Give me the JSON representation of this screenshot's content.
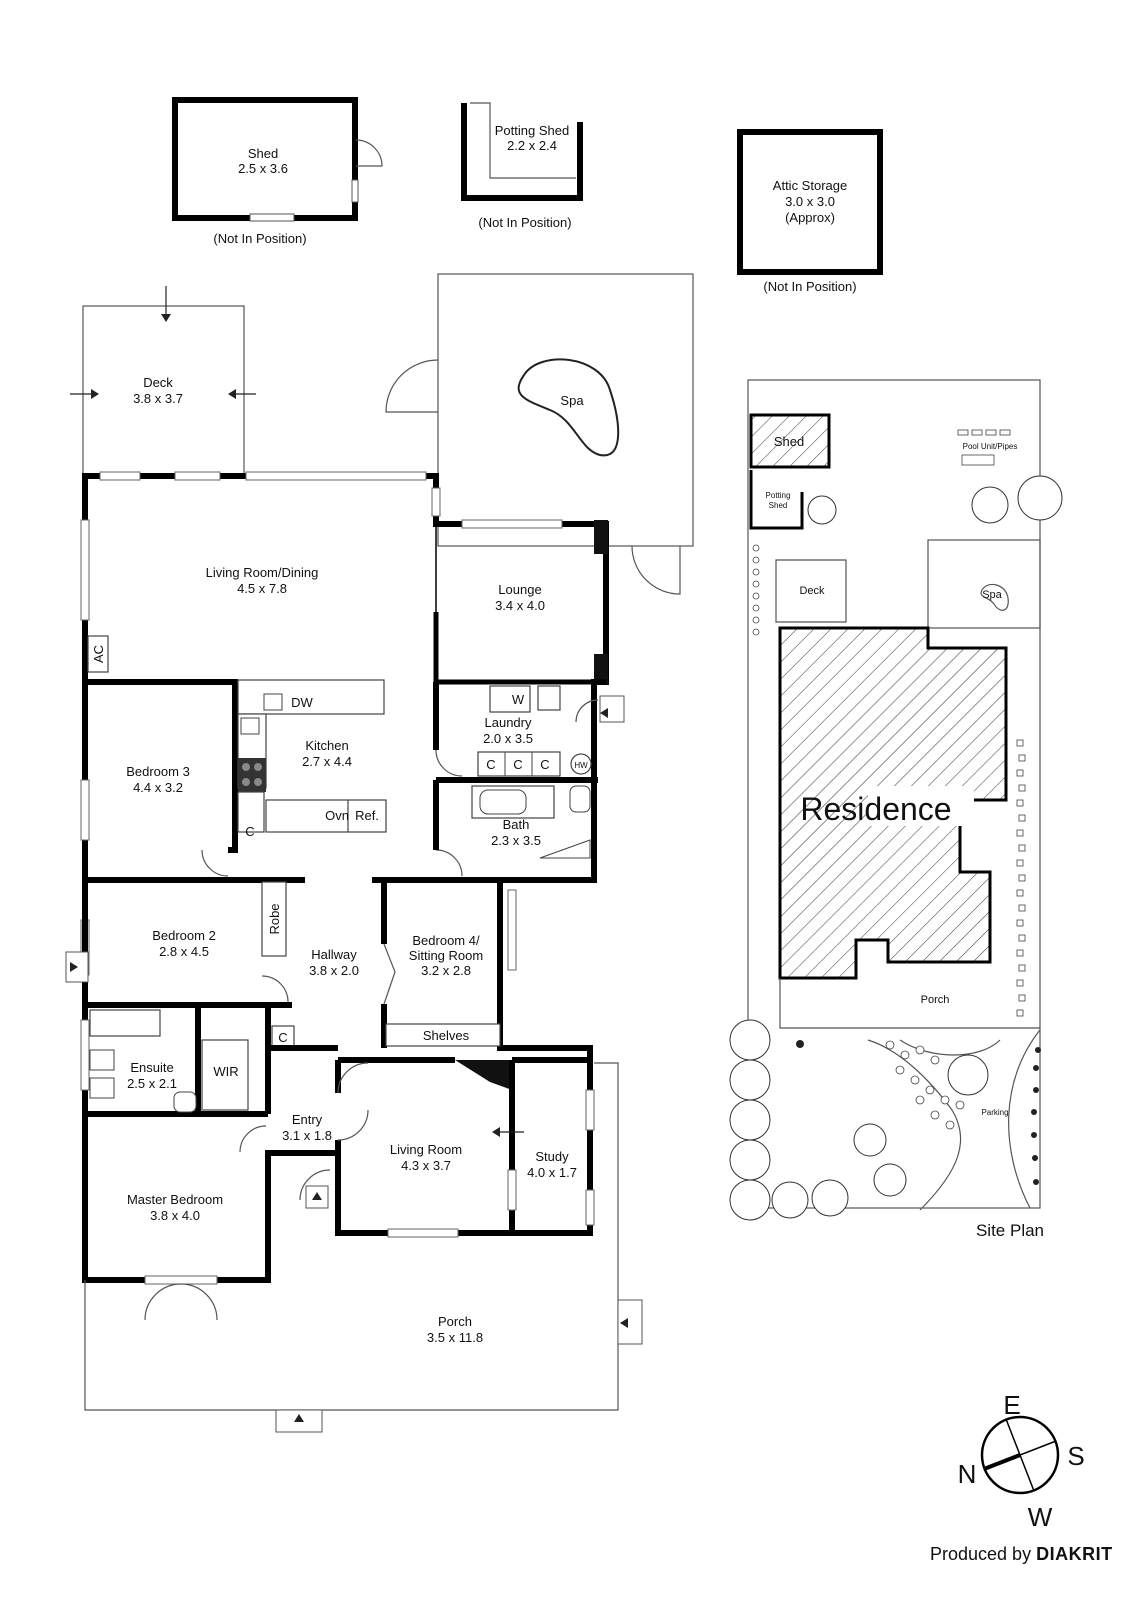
{
  "outbuildings": {
    "shed": {
      "name": "Shed",
      "dims": "2.5 x 3.6",
      "note": "(Not In Position)"
    },
    "potting_shed": {
      "name": "Potting Shed",
      "dims": "2.2 x 2.4",
      "note": "(Not In Position)"
    },
    "attic": {
      "name": "Attic Storage",
      "dims": "3.0 x 3.0",
      "approx": "(Approx)",
      "note": "(Not In Position)"
    }
  },
  "rooms": {
    "deck": {
      "name": "Deck",
      "dims": "3.8 x 3.7"
    },
    "spa": {
      "name": "Spa"
    },
    "living_dining": {
      "name": "Living Room/Dining",
      "dims": "4.5 x 7.8"
    },
    "lounge": {
      "name": "Lounge",
      "dims": "3.4 x 4.0"
    },
    "ac": "AC",
    "kitchen": {
      "name": "Kitchen",
      "dims": "2.7 x 4.4",
      "dw": "DW",
      "ovn": "Ovn",
      "ref": "Ref.",
      "c": "C"
    },
    "laundry": {
      "name": "Laundry",
      "dims": "2.0 x 3.5",
      "w": "W",
      "c": "C",
      "hw": "HW"
    },
    "bedroom3": {
      "name": "Bedroom 3",
      "dims": "4.4 x 3.2"
    },
    "bath": {
      "name": "Bath",
      "dims": "2.3 x 3.5"
    },
    "bedroom2": {
      "name": "Bedroom 2",
      "dims": "2.8 x 4.5",
      "robe": "Robe"
    },
    "hallway": {
      "name": "Hallway",
      "dims": "3.8 x 2.0"
    },
    "bedroom4": {
      "name": "Bedroom 4/",
      "name2": "Sitting Room",
      "dims": "3.2 x 2.8",
      "shelves": "Shelves"
    },
    "ensuite": {
      "name": "Ensuite",
      "dims": "2.5 x 2.1"
    },
    "wir": "WIR",
    "entry": {
      "name": "Entry",
      "dims": "3.1 x 1.8",
      "c": "C"
    },
    "living_room": {
      "name": "Living Room",
      "dims": "4.3 x 3.7"
    },
    "study": {
      "name": "Study",
      "dims": "4.0 x 1.7"
    },
    "master": {
      "name": "Master Bedroom",
      "dims": "3.8 x 4.0"
    },
    "porch": {
      "name": "Porch",
      "dims": "3.5 x 11.8"
    }
  },
  "site_plan": {
    "title": "Site Plan",
    "shed": "Shed",
    "potting": "Potting",
    "potting2": "Shed",
    "pool": "Pool Unit/Pipes",
    "deck": "Deck",
    "spa": "Spa",
    "residence": "Residence",
    "porch": "Porch",
    "parking": "Parking"
  },
  "compass": {
    "n": "N",
    "e": "E",
    "s": "S",
    "w": "W"
  },
  "credit": {
    "prefix": "Produced by",
    "brand": "DIAKRIT"
  }
}
